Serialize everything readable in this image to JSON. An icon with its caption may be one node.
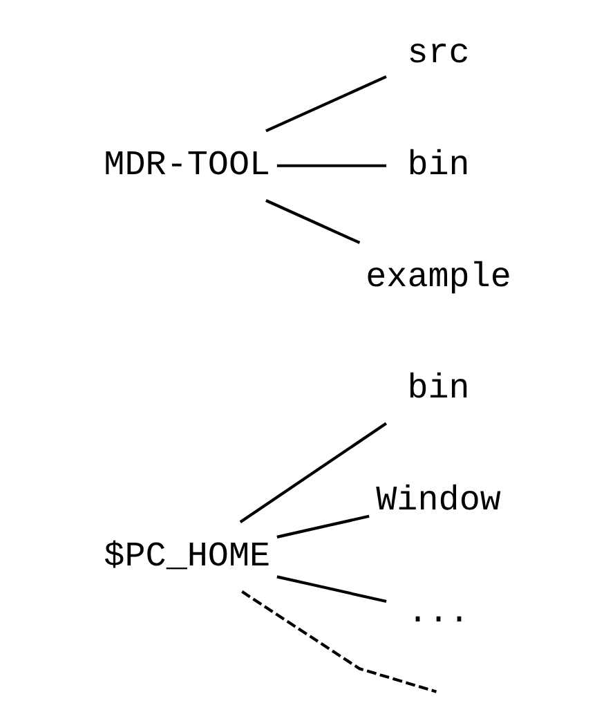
{
  "diagram": {
    "nodes": [
      {
        "text": [
          "$PC_HOME"
        ]
      },
      {
        "text": [
          "bin"
        ]
      },
      {
        "text": [
          "Window"
        ]
      },
      {
        "text": [
          "..."
        ]
      },
      {
        "text": [
          "MDR-TOOL"
        ]
      },
      {
        "text": [
          "src"
        ]
      },
      {
        "text": [
          "bin"
        ]
      },
      {
        "text": [
          "example"
        ]
      }
    ],
    "edges": [
      {
        "from": 0,
        "to": 1,
        "arrow": "none"
      },
      {
        "from": 0,
        "to": 2,
        "arrow": "none"
      },
      {
        "from": 0,
        "to": 3,
        "arrow": "none"
      },
      {
        "from": 0,
        "to": null,
        "arrow": "none",
        "style": "dashed"
      },
      {
        "from": 4,
        "to": 5,
        "arrow": "none"
      },
      {
        "from": 4,
        "to": 6,
        "arrow": "none"
      },
      {
        "from": 4,
        "to": 7,
        "arrow": "none"
      }
    ]
  }
}
